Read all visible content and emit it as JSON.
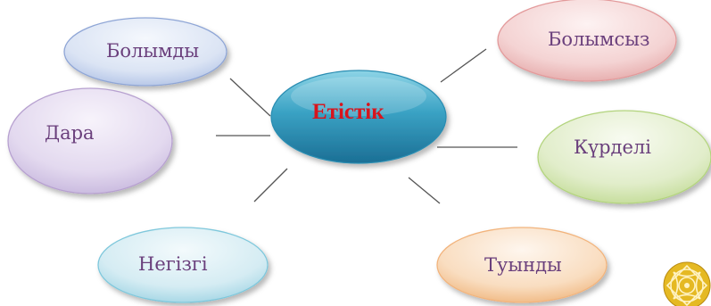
{
  "center": {
    "label": "Етістік",
    "color": "#3a9fc2"
  },
  "branches": [
    {
      "id": "bolymdy",
      "label": "Болымды",
      "color": "#8fa6d6"
    },
    {
      "id": "bolymsyz",
      "label": "Болымсыз",
      "color": "#e39a9b"
    },
    {
      "id": "dara",
      "label": "Дара",
      "color": "#b7a1d0"
    },
    {
      "id": "kurdeli",
      "label": "Күрделі",
      "color": "#b3d47e"
    },
    {
      "id": "negizgi",
      "label": "Негізгі",
      "color": "#7fc8dc"
    },
    {
      "id": "tuyndy",
      "label": "Туынды",
      "color": "#f2b47d"
    }
  ],
  "logo": {
    "icon": "ornamental-seal-icon",
    "color": "#e0b41e"
  }
}
